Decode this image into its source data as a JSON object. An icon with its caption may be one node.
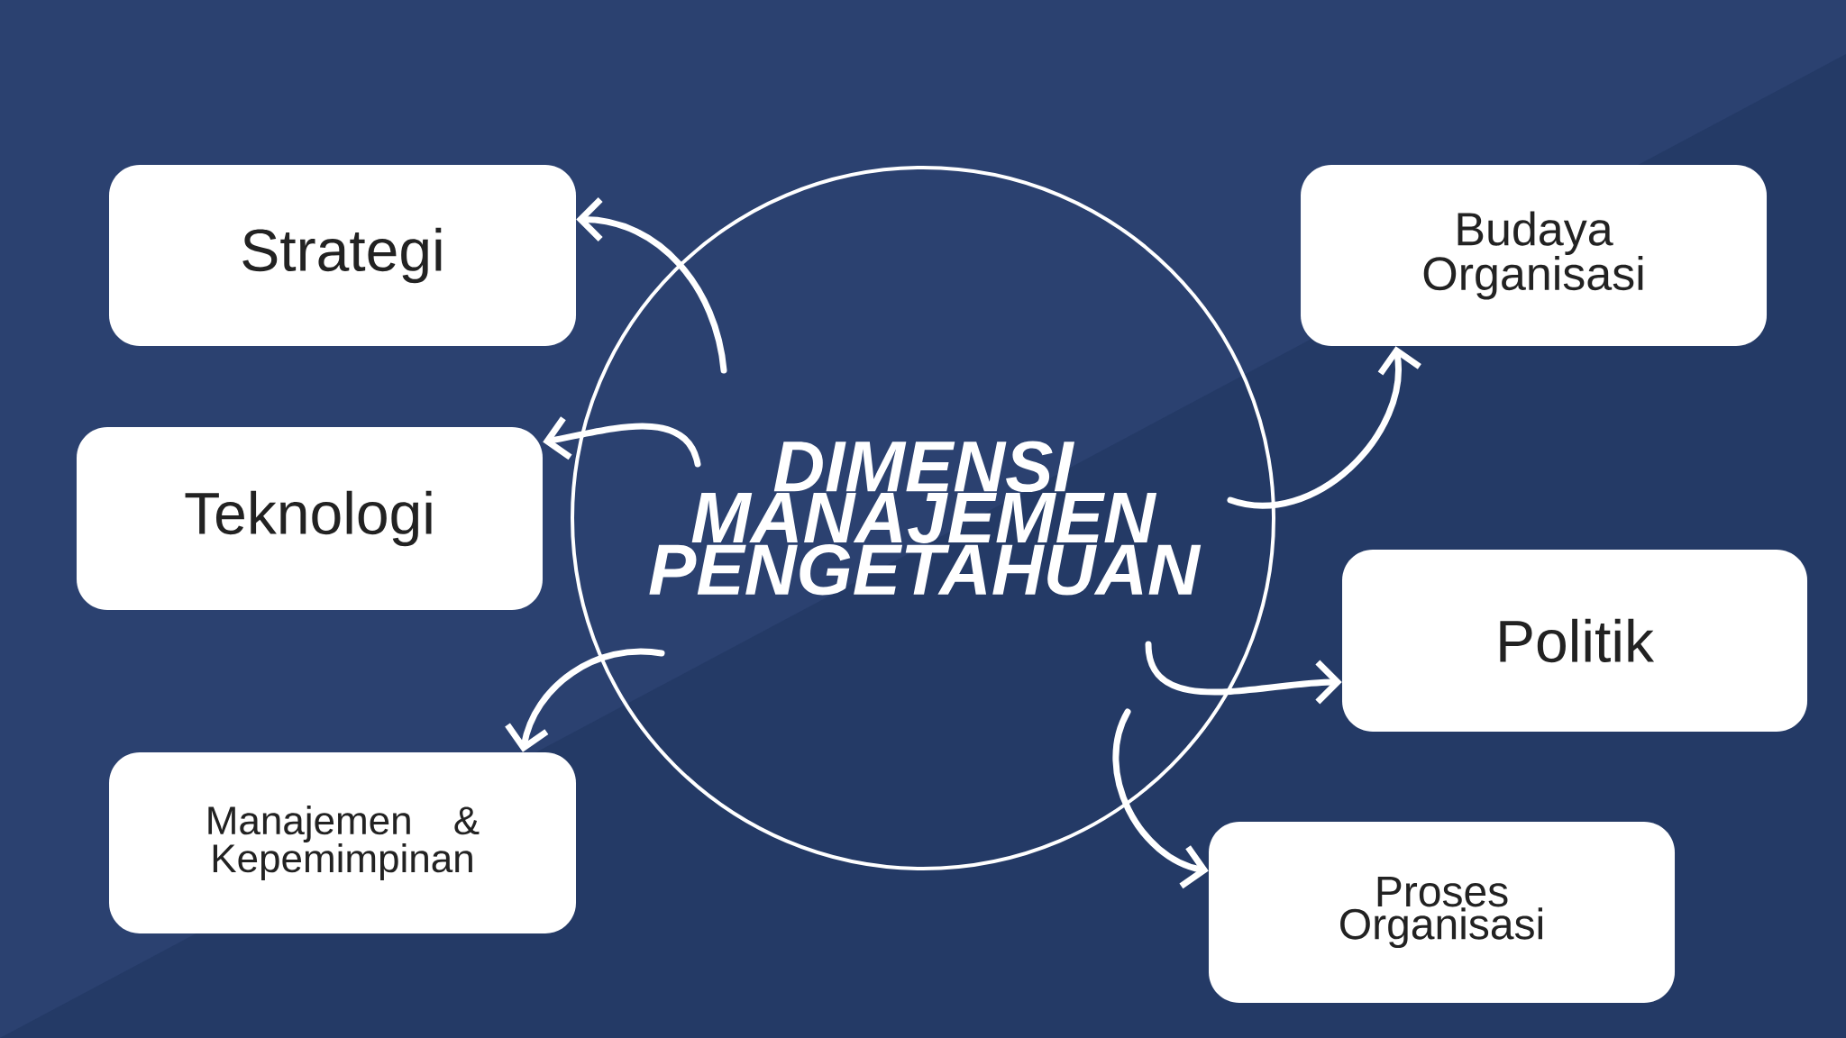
{
  "diagram": {
    "nodes": [
      {
        "text": [
          "DIMENSI MANAJEMEN PENGETAHUAN"
        ]
      },
      {
        "text": [
          "Strategi"
        ]
      },
      {
        "text": [
          "Teknologi"
        ]
      },
      {
        "text": [
          "Manajemen & Kepemimpinan"
        ]
      },
      {
        "text": [
          "Budaya Organisasi"
        ]
      },
      {
        "text": [
          "Politik"
        ]
      },
      {
        "text": [
          "Proses Organisasi"
        ]
      }
    ],
    "edges": [
      {
        "from": 0,
        "to": 1,
        "arrow": "to"
      },
      {
        "from": 0,
        "to": 2,
        "arrow": "to"
      },
      {
        "from": 0,
        "to": 3,
        "arrow": "to"
      },
      {
        "from": 0,
        "to": 4,
        "arrow": "to"
      },
      {
        "from": 0,
        "to": 5,
        "arrow": "to"
      },
      {
        "from": 0,
        "to": 6,
        "arrow": "to"
      }
    ]
  }
}
